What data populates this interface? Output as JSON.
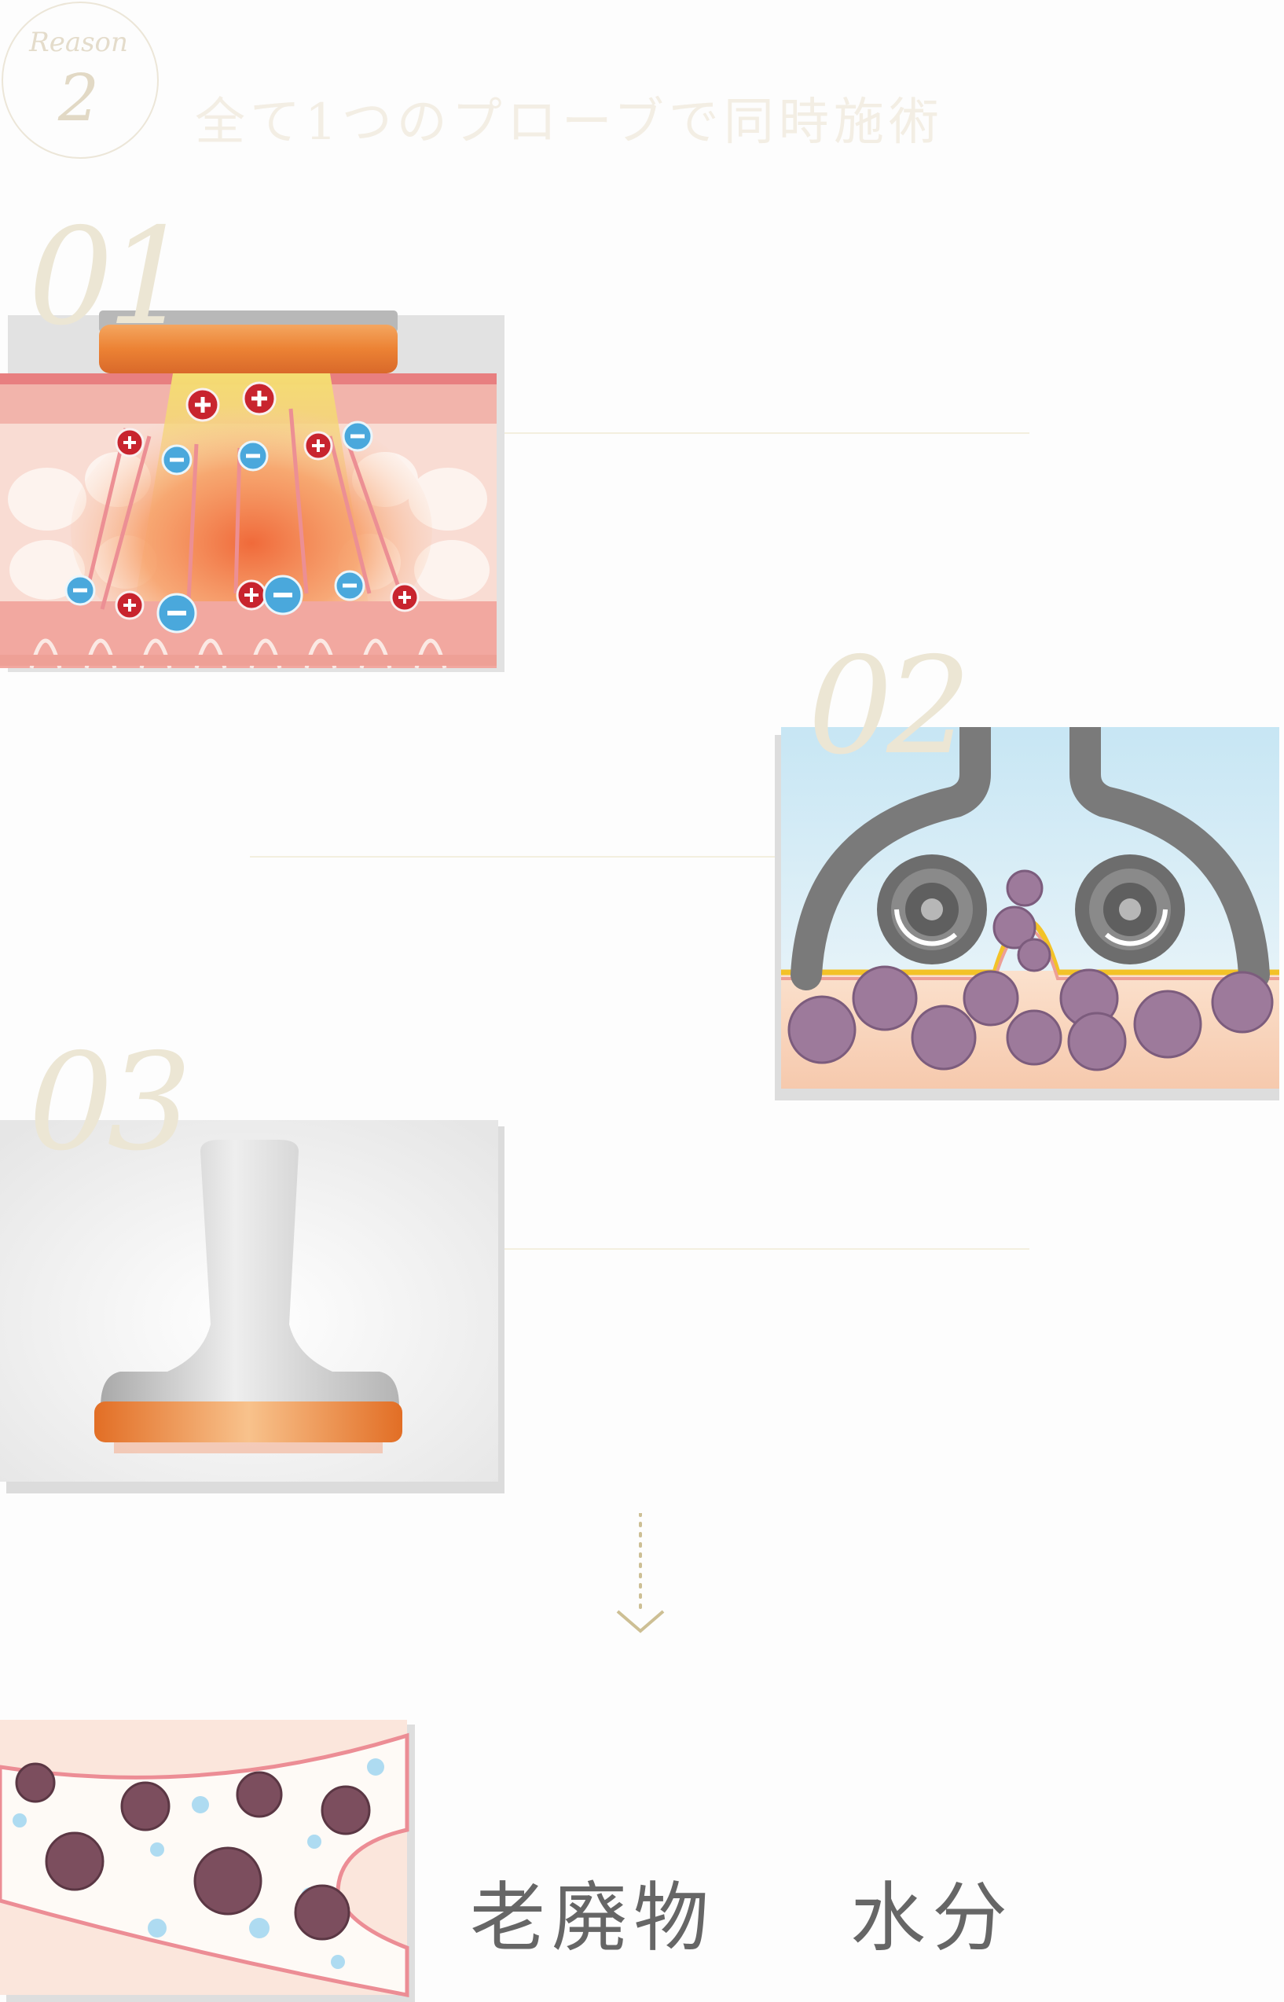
{
  "reason": {
    "word": "Reason",
    "number": "2"
  },
  "headline": "全て1つのプローブで同時施術",
  "steps": [
    {
      "number": "01",
      "icon": "electroporation-illustration"
    },
    {
      "number": "02",
      "icon": "roller-suction-illustration"
    },
    {
      "number": "03",
      "icon": "probe-head-illustration"
    }
  ],
  "flow_icon": "chevron-down-icon",
  "result": {
    "icon": "lymph-vessel-illustration",
    "word1": "老廃物",
    "word2": "水分"
  },
  "colors": {
    "accent_orange": "#e98a3a",
    "skin_pink": "#f7cfc4",
    "gold_text": "#e6ddc6",
    "cell_purple": "#9d7a9b"
  }
}
